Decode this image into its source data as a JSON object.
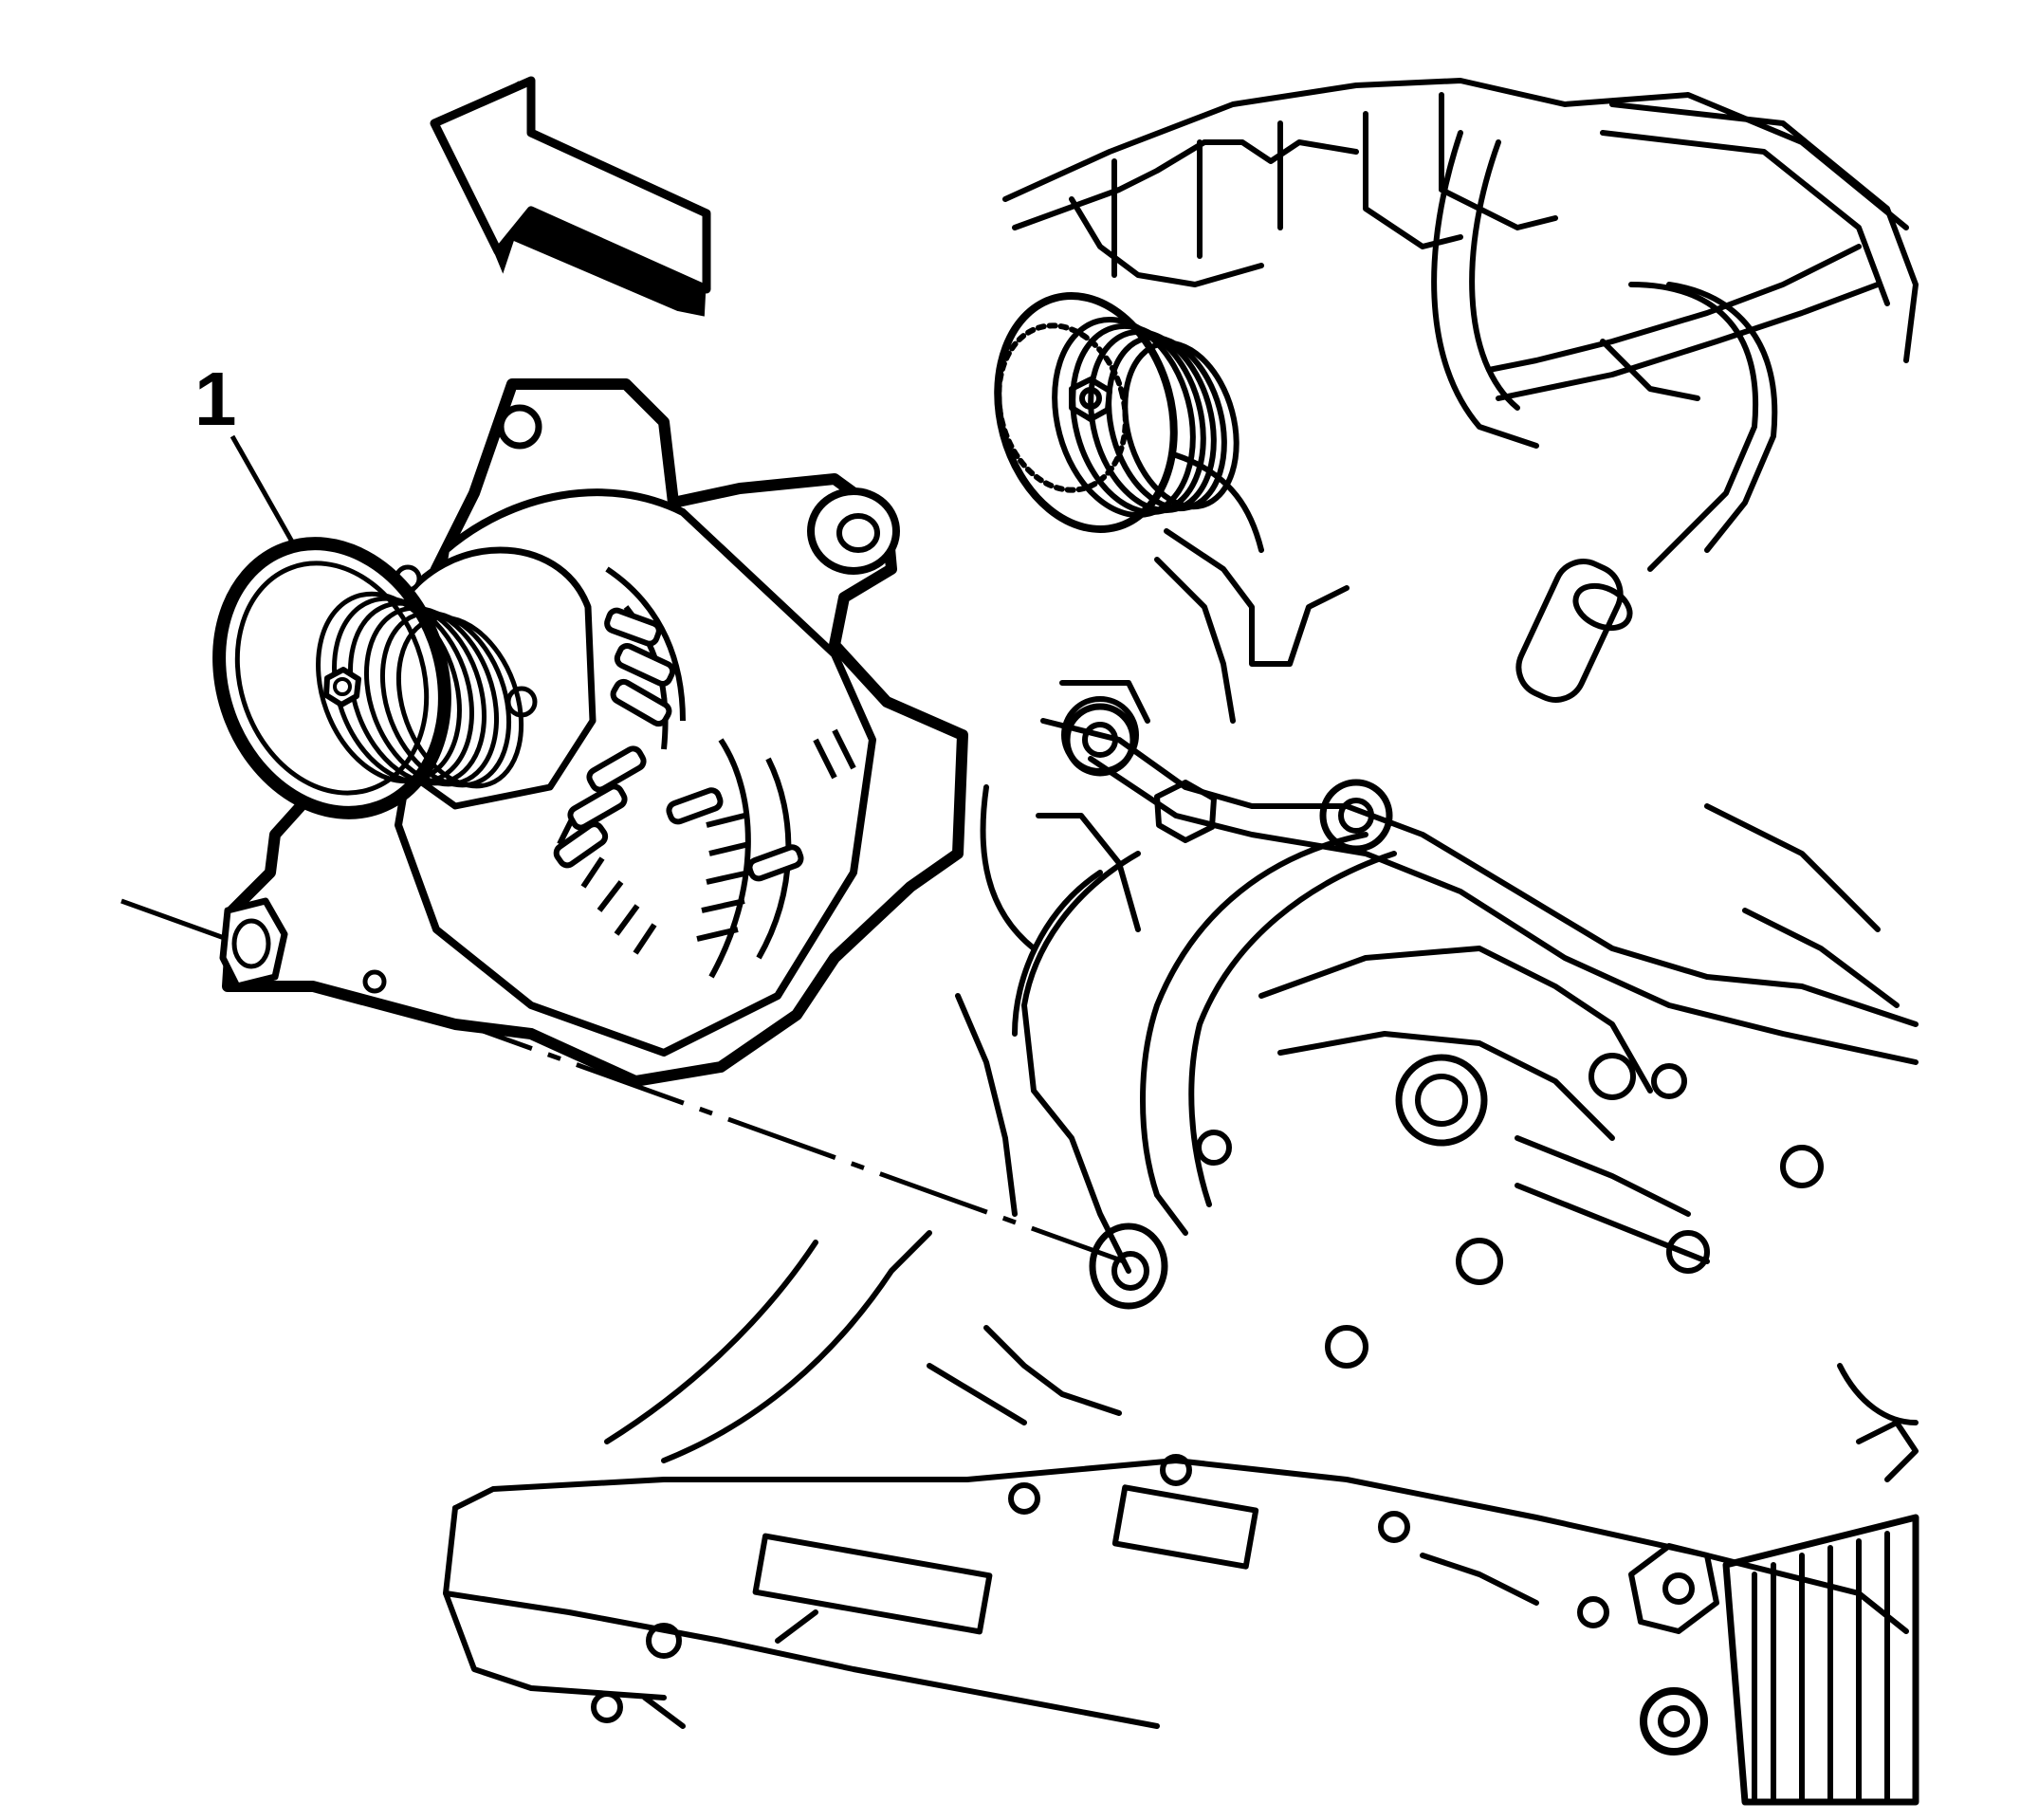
{
  "diagram": {
    "callouts": [
      {
        "id": "1",
        "label": "1",
        "target": "generator"
      }
    ],
    "direction_arrow": {
      "meaning": "forward"
    },
    "colors": {
      "line": "#000000",
      "background": "#ffffff"
    }
  }
}
